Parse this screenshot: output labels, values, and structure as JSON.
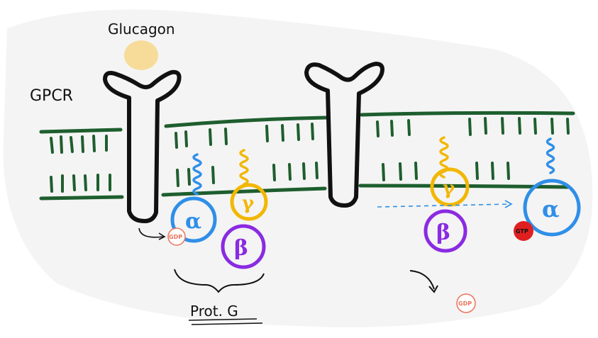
{
  "labels": {
    "glucagon": "Glucagon",
    "receptor": "GPCR",
    "protein": "Prot. G"
  },
  "subunits": {
    "alpha": "α",
    "beta": "β",
    "gamma": "γ"
  },
  "nucleotides": {
    "gdp": "GDP",
    "gtp": "GTP"
  },
  "colors": {
    "membrane": "#1e5e2e",
    "receptor": "#111111",
    "glucagon": "#f6dc98",
    "alpha": "#2f8fe8",
    "beta": "#8a2be2",
    "gamma": "#f2b705",
    "gdp": "#e8735a",
    "gtp": "#e02020",
    "background": "#f4f4f4"
  }
}
